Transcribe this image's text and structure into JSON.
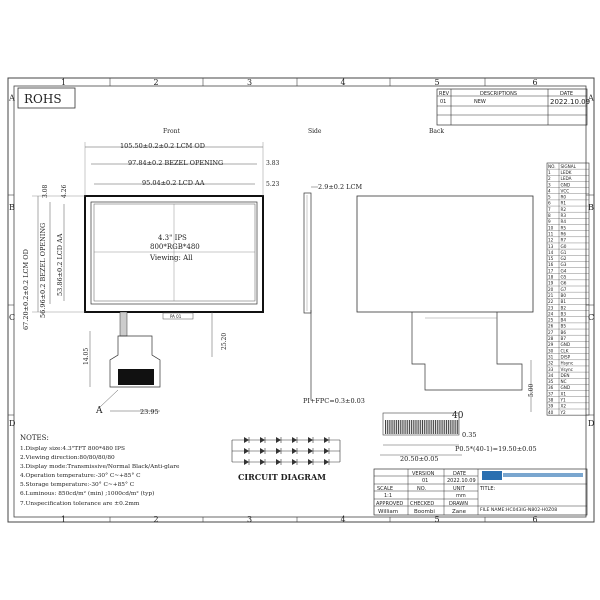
{
  "frame": {
    "cols": [
      "1",
      "2",
      "3",
      "4",
      "5",
      "6"
    ],
    "rows": [
      "A",
      "B",
      "C",
      "D"
    ]
  },
  "rohs": "ROHS",
  "revision": {
    "headers": [
      "REV",
      "DESCRIPTIONS",
      "DATE"
    ],
    "row": [
      "01",
      "NEW",
      "2022.10.09"
    ]
  },
  "views": {
    "front": "Front",
    "side": "Side",
    "back": "Back"
  },
  "dims": {
    "lcm_od_w": "105.50±0.2±0.2 LCM OD",
    "bezel_w": "97.84±0.2 BEZEL OPENING",
    "lcd_aa_w": "95.04±0.2 LCD AA",
    "d383": "3.83",
    "d523": "5.23",
    "d308": "3.08",
    "d426": "4.26",
    "lcm_od_h": "67.20±0.2±0.2 LCM OD",
    "bezel_h": "56.96±0.2 BEZEL OPENING",
    "lcd_aa_h": "53.86±0.2 LCD AA",
    "side_t": "2.9±0.2 LCM",
    "d1405": "14.05",
    "d2520": "25.20",
    "d2395": "23.95",
    "fpc": "PI+FPC=0.3±0.03",
    "d500": "5.00",
    "pins": "40",
    "d035": "0.35",
    "pitch": "P0.5*(40-1)=19.50±0.05",
    "fpc_w": "20.50±0.05",
    "a_label": "A",
    "tab_label": "PA 01"
  },
  "screen_text": [
    "4.3\" IPS",
    "800*RGB*480",
    "Viewing: All"
  ],
  "notes": {
    "title": "NOTES:",
    "items": [
      "1.Display size:4.3\"TFT 800*480 IPS",
      "2.Viewing direction:80/80/80/80",
      "3.Display mode:Transmissive/Normal Black/Anti-glare",
      "4.Operation temperature:-30° C~+85° C",
      "5.Storage temperature:-30° C~+85° C",
      "6.Luminous: 850cd/m² (min) ;1000cd/m² (typ)",
      "7.Unspecification tolerance are ±0.2mm"
    ]
  },
  "circuit_title": "CIRCUIT  DIAGRAM",
  "title_block": {
    "version_label": "VERSION",
    "version": "01",
    "date_label": "DATE",
    "date": "2022.10.09",
    "title_label": "TITLE:",
    "scale_label": "SCALE",
    "scale": "1:1",
    "no_label": "NO.",
    "unit_label": "UNIT",
    "unit": "mm",
    "approved_label": "APPROVED",
    "approved": "William",
    "checked_label": "CHECKED",
    "checked": "Boombi",
    "drawn_label": "DRAWN",
    "drawn": "Zane",
    "file_name": "FILE NAME:HC043IG-N802-H0Z08"
  },
  "pin_table": {
    "headers": [
      "NO.",
      "SIGNAL"
    ],
    "rows": [
      [
        "1",
        "LEDK"
      ],
      [
        "2",
        "LEDA"
      ],
      [
        "3",
        "GND"
      ],
      [
        "4",
        "VCC"
      ],
      [
        "5",
        "R0"
      ],
      [
        "6",
        "R1"
      ],
      [
        "7",
        "R2"
      ],
      [
        "8",
        "R3"
      ],
      [
        "9",
        "R4"
      ],
      [
        "10",
        "R5"
      ],
      [
        "11",
        "R6"
      ],
      [
        "12",
        "R7"
      ],
      [
        "13",
        "G0"
      ],
      [
        "14",
        "G1"
      ],
      [
        "15",
        "G2"
      ],
      [
        "16",
        "G3"
      ],
      [
        "17",
        "G4"
      ],
      [
        "18",
        "G5"
      ],
      [
        "19",
        "G6"
      ],
      [
        "20",
        "G7"
      ],
      [
        "21",
        "B0"
      ],
      [
        "22",
        "B1"
      ],
      [
        "23",
        "B2"
      ],
      [
        "24",
        "B3"
      ],
      [
        "25",
        "B4"
      ],
      [
        "26",
        "B5"
      ],
      [
        "27",
        "B6"
      ],
      [
        "28",
        "B7"
      ],
      [
        "29",
        "GND"
      ],
      [
        "30",
        "CLK"
      ],
      [
        "31",
        "DISP"
      ],
      [
        "32",
        "Hsync"
      ],
      [
        "33",
        "Vsync"
      ],
      [
        "34",
        "DEN"
      ],
      [
        "35",
        "NC"
      ],
      [
        "36",
        "GND"
      ],
      [
        "37",
        "X1"
      ],
      [
        "38",
        "Y1"
      ],
      [
        "39",
        "X2"
      ],
      [
        "40",
        "Y2"
      ]
    ]
  }
}
